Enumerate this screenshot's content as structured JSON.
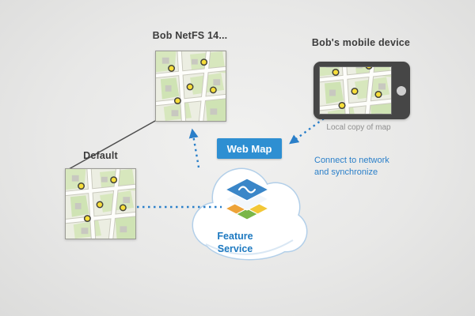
{
  "diagram": {
    "netfs_label": "Bob NetFS 14...",
    "mobile_label": "Bob's mobile device",
    "local_copy_label": "Local copy of map",
    "default_label": "Default",
    "web_map_label": "Web Map",
    "connect_line1": "Connect to network",
    "connect_line2": "and synchronize",
    "feature_service_label": "Feature Service"
  },
  "colors": {
    "web_map_blue": "#2e8fd2",
    "connector_blue": "#2a7fc9",
    "feature_service_text_blue": "#1d79c0",
    "label_dark": "#3c3c3c",
    "caption_gray": "#8f8f8f",
    "background_gray": "#e8e8e7"
  }
}
